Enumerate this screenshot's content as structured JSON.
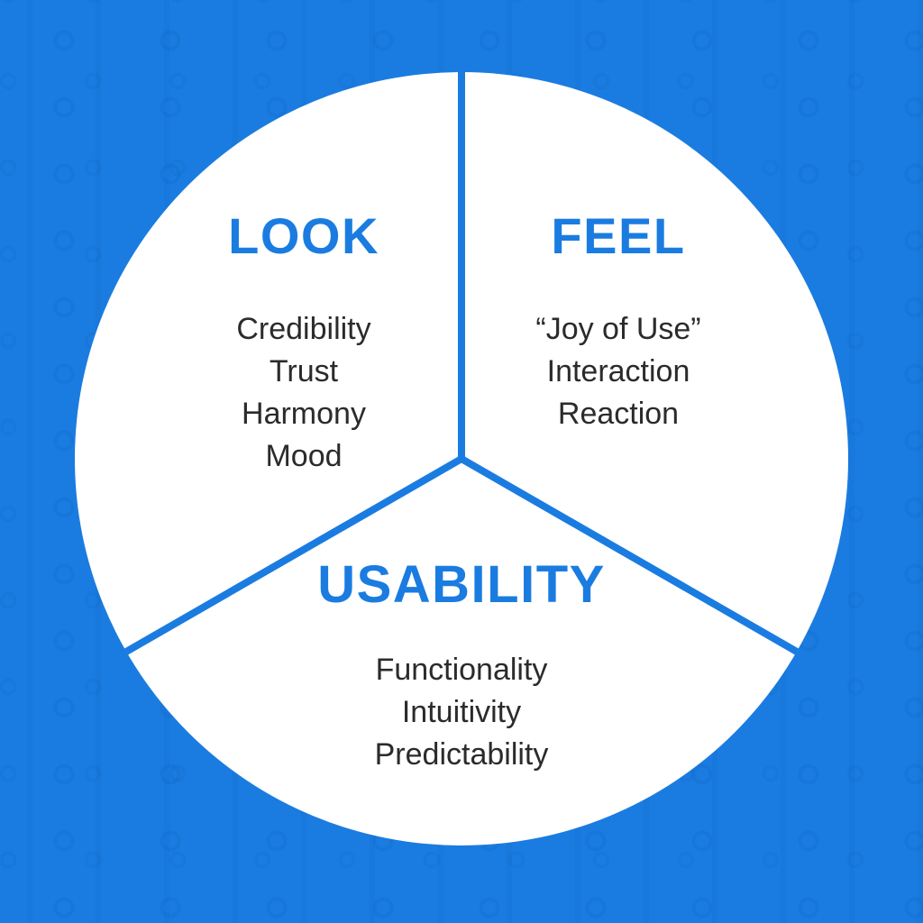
{
  "diagram": {
    "type": "three-segment-circle",
    "segment_count": 3
  },
  "sections": [
    {
      "label": "LOOK",
      "items": [
        "Credibility",
        "Trust",
        "Harmony",
        "Mood"
      ]
    },
    {
      "label": "FEEL",
      "items": [
        "“Joy of Use”",
        "Interaction",
        "Reaction"
      ]
    },
    {
      "label": "USABILITY",
      "items": [
        "Functionality",
        "Intuitivity",
        "Predictability"
      ]
    }
  ],
  "colors": {
    "background": "#1a7ce0",
    "pattern": "#0646a0",
    "circle_fill": "#ffffff",
    "divider": "#1a7ce0",
    "heading_text": "#1a7ce0",
    "item_text": "#2b2b2b"
  }
}
